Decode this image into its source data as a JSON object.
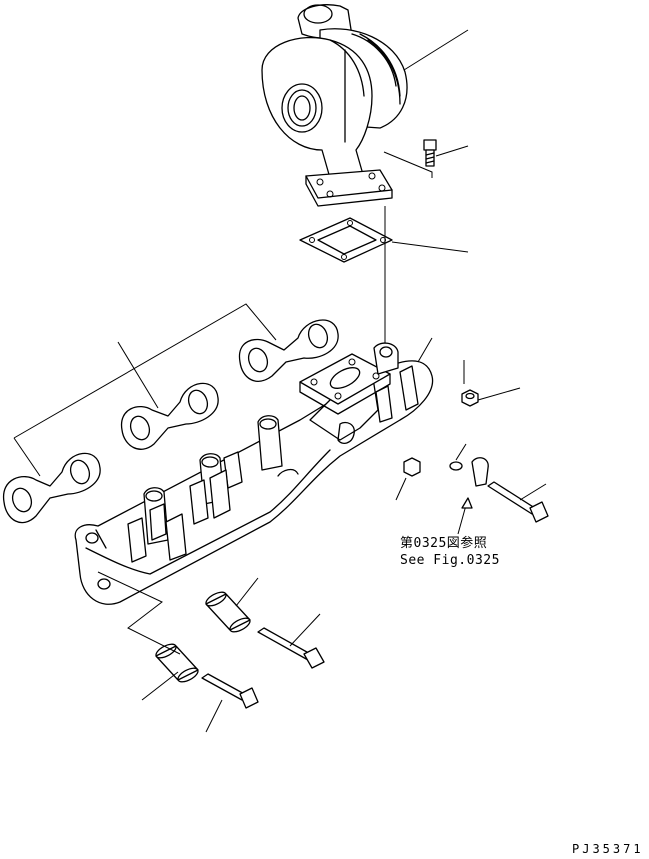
{
  "reference": {
    "japanese": "第0325図参照",
    "english": "See Fig.0325"
  },
  "drawing_number": "PJ35371",
  "colors": {
    "line": "#000000",
    "background": "#ffffff"
  }
}
